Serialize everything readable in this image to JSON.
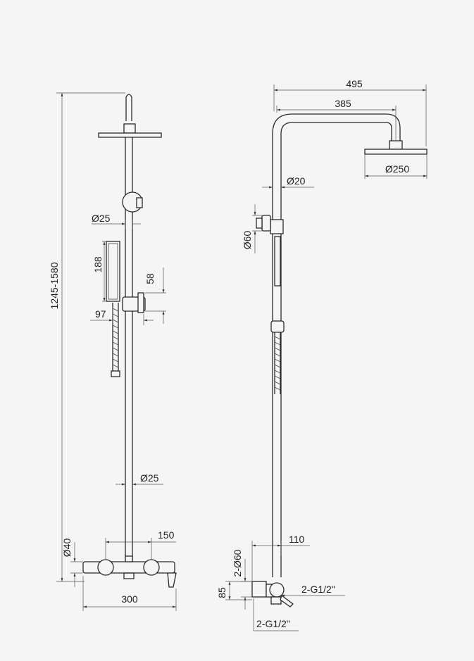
{
  "front_view": {
    "height_range": "1245-1580",
    "pipe_dia_top": "Ø25",
    "hand_shower_length": "188",
    "holder_height": "58",
    "hand_offset": "97",
    "pipe_dia_bottom": "Ø25",
    "mixer_dia": "Ø40",
    "inlet_spacing": "150",
    "mixer_width": "300"
  },
  "side_view": {
    "total_reach": "495",
    "arm_length": "385",
    "head_dia": "Ø250",
    "pipe_dia": "Ø20",
    "knob_dia": "Ø60",
    "wall_offset": "110",
    "escutcheon_dia": "2-Ø60",
    "projection": "85",
    "inlet_top": "2-G1/2\"",
    "inlet_bottom": "2-G1/2\""
  }
}
